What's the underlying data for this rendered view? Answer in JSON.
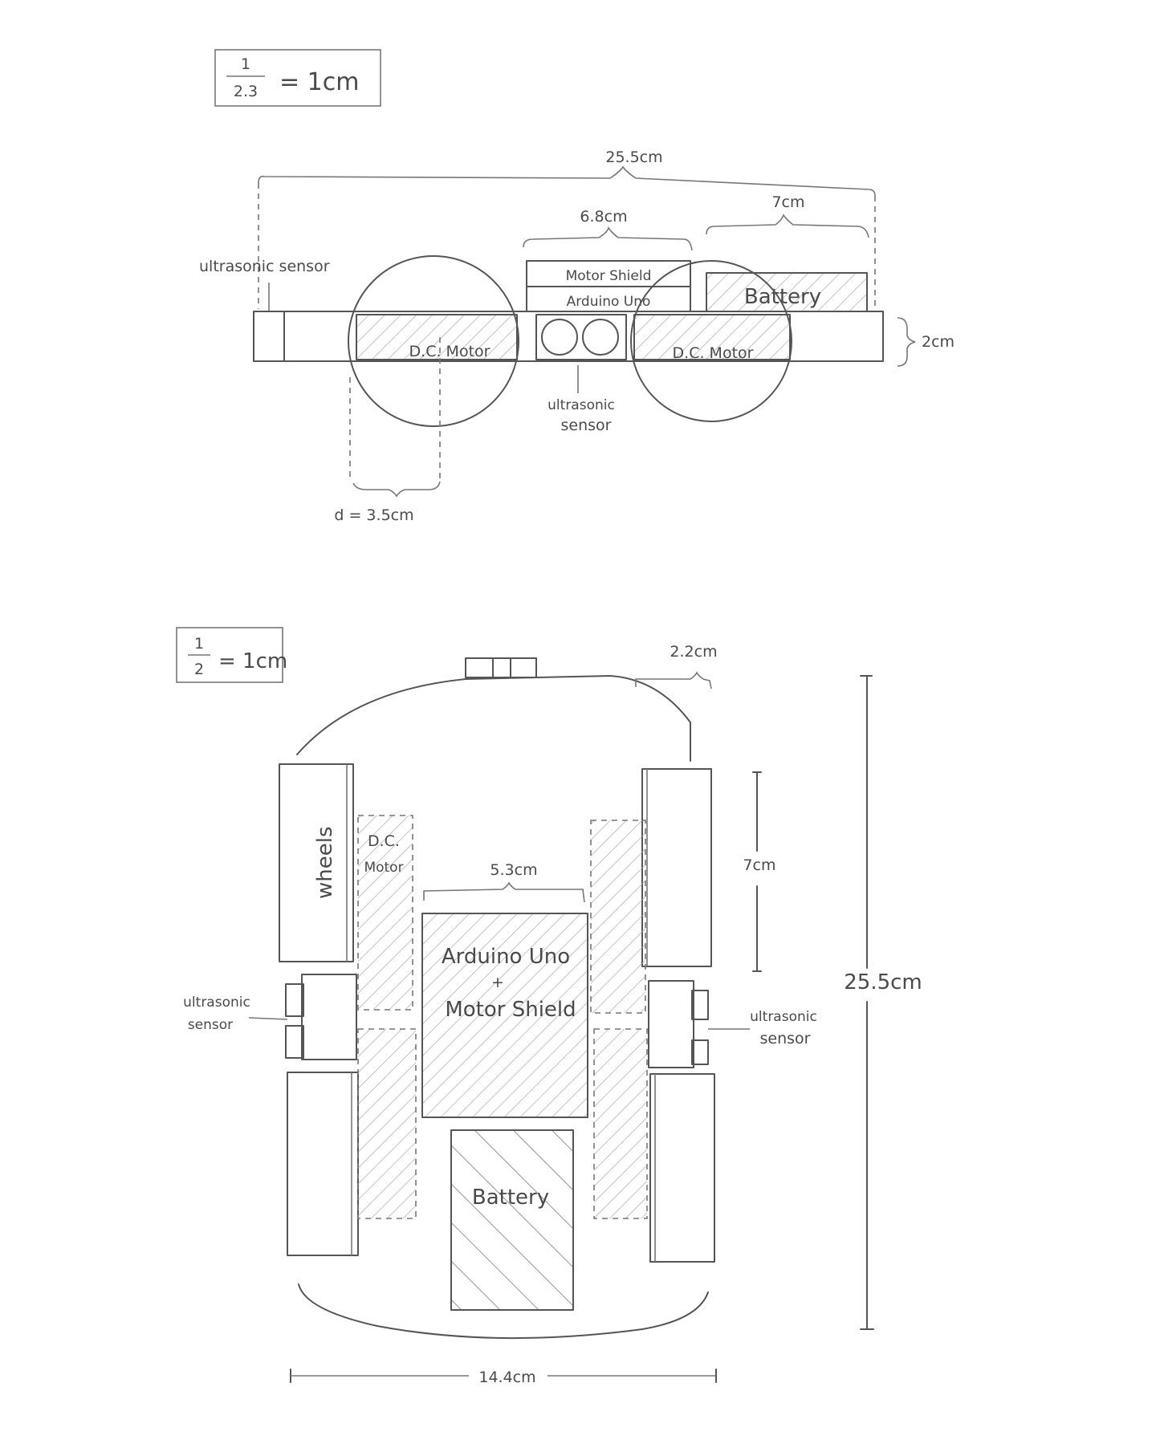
{
  "side_view": {
    "scale": {
      "numerator": "1",
      "denominator": "2.3",
      "unit": "= 1cm"
    },
    "total_length": "25.5cm",
    "shield_width": "6.8cm",
    "battery_width": "7cm",
    "height": "2cm",
    "wheel_diameter": "d = 3.5cm",
    "labels": {
      "ultrasonic_sensor_top": "ultrasonic sensor",
      "motor_shield": "Motor Shield",
      "arduino_uno": "Arduino Uno",
      "battery": "Battery",
      "dc_motor_left": "D.C. Motor",
      "dc_motor_right": "D.C. Motor",
      "ultrasonic_bottom_1": "ultrasonic",
      "ultrasonic_bottom_2": "sensor"
    }
  },
  "top_view": {
    "scale": {
      "numerator": "1",
      "denominator": "2",
      "unit": "= 1cm"
    },
    "wheel_width": "2.2cm",
    "wheel_length": "7cm",
    "board_width": "5.3cm",
    "total_length": "25.5cm",
    "total_width": "14.4cm",
    "labels": {
      "wheels": "wheels",
      "dc_motor_1": "D.C.",
      "dc_motor_2": "Motor",
      "arduino_1": "Arduino Uno",
      "arduino_2": "+",
      "arduino_3": "Motor Shield",
      "battery": "Battery",
      "ultrasonic_left_1": "ultrasonic",
      "ultrasonic_left_2": "sensor",
      "ultrasonic_right_1": "ultrasonic",
      "ultrasonic_right_2": "sensor"
    }
  }
}
